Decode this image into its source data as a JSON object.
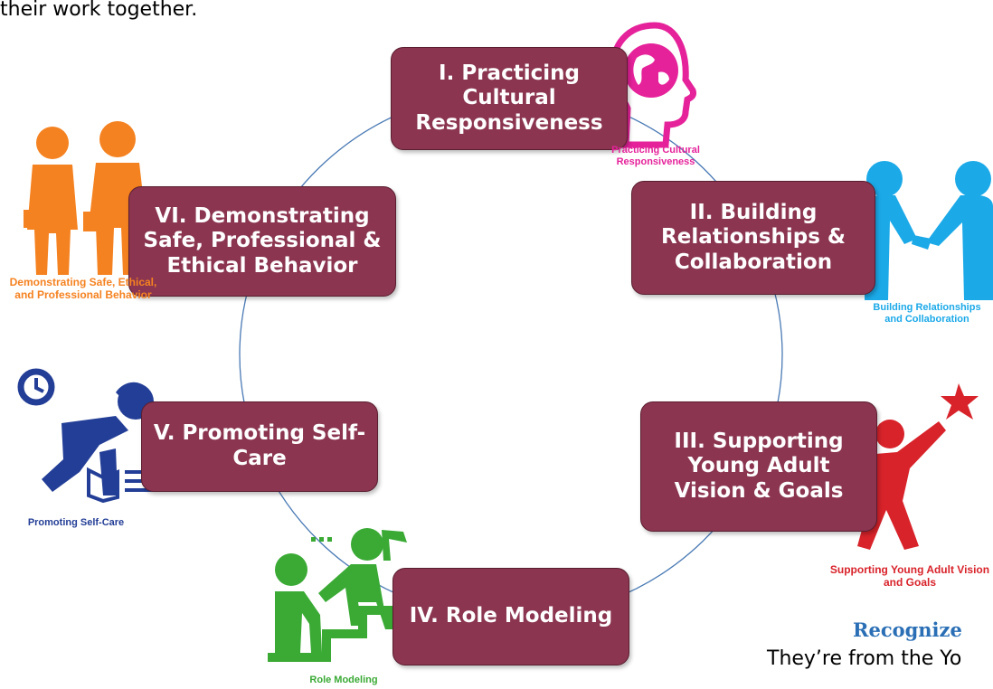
{
  "intro_text": "their work together.",
  "steps": [
    {
      "label": "I. Practicing Cultural Responsiveness",
      "icon": "head-globe-icon",
      "icon_caption": "Practicing Cultural Responsiveness",
      "color": "#e5229a"
    },
    {
      "label": "II. Building Relationships & Collaboration",
      "icon": "handshake-people-icon",
      "icon_caption": "Building Relationships and Collaboration",
      "color": "#1ba9e8"
    },
    {
      "label": "III. Supporting Young Adult Vision & Goals",
      "icon": "reaching-star-icon",
      "icon_caption": "Supporting Young Adult Vision and Goals",
      "color": "#d8232a"
    },
    {
      "label": "IV. Role Modeling",
      "icon": "climbing-people-icon",
      "icon_caption": "Role Modeling",
      "color": "#3aaa35"
    },
    {
      "label": "V. Promoting Self-Care",
      "icon": "relaxing-person-icon",
      "icon_caption": "Promoting Self-Care",
      "color": "#233e96"
    },
    {
      "label": "VI. Demonstrating Safe, Professional & Ethical Behavior",
      "icon": "professionals-icon",
      "icon_caption": "Demonstrating Safe, Ethical, and Professional Behavior",
      "color": "#f58220"
    }
  ],
  "box_color": "#8b3550",
  "recognize_heading": "Recognize",
  "recognize_text": "They’re from the Yo"
}
